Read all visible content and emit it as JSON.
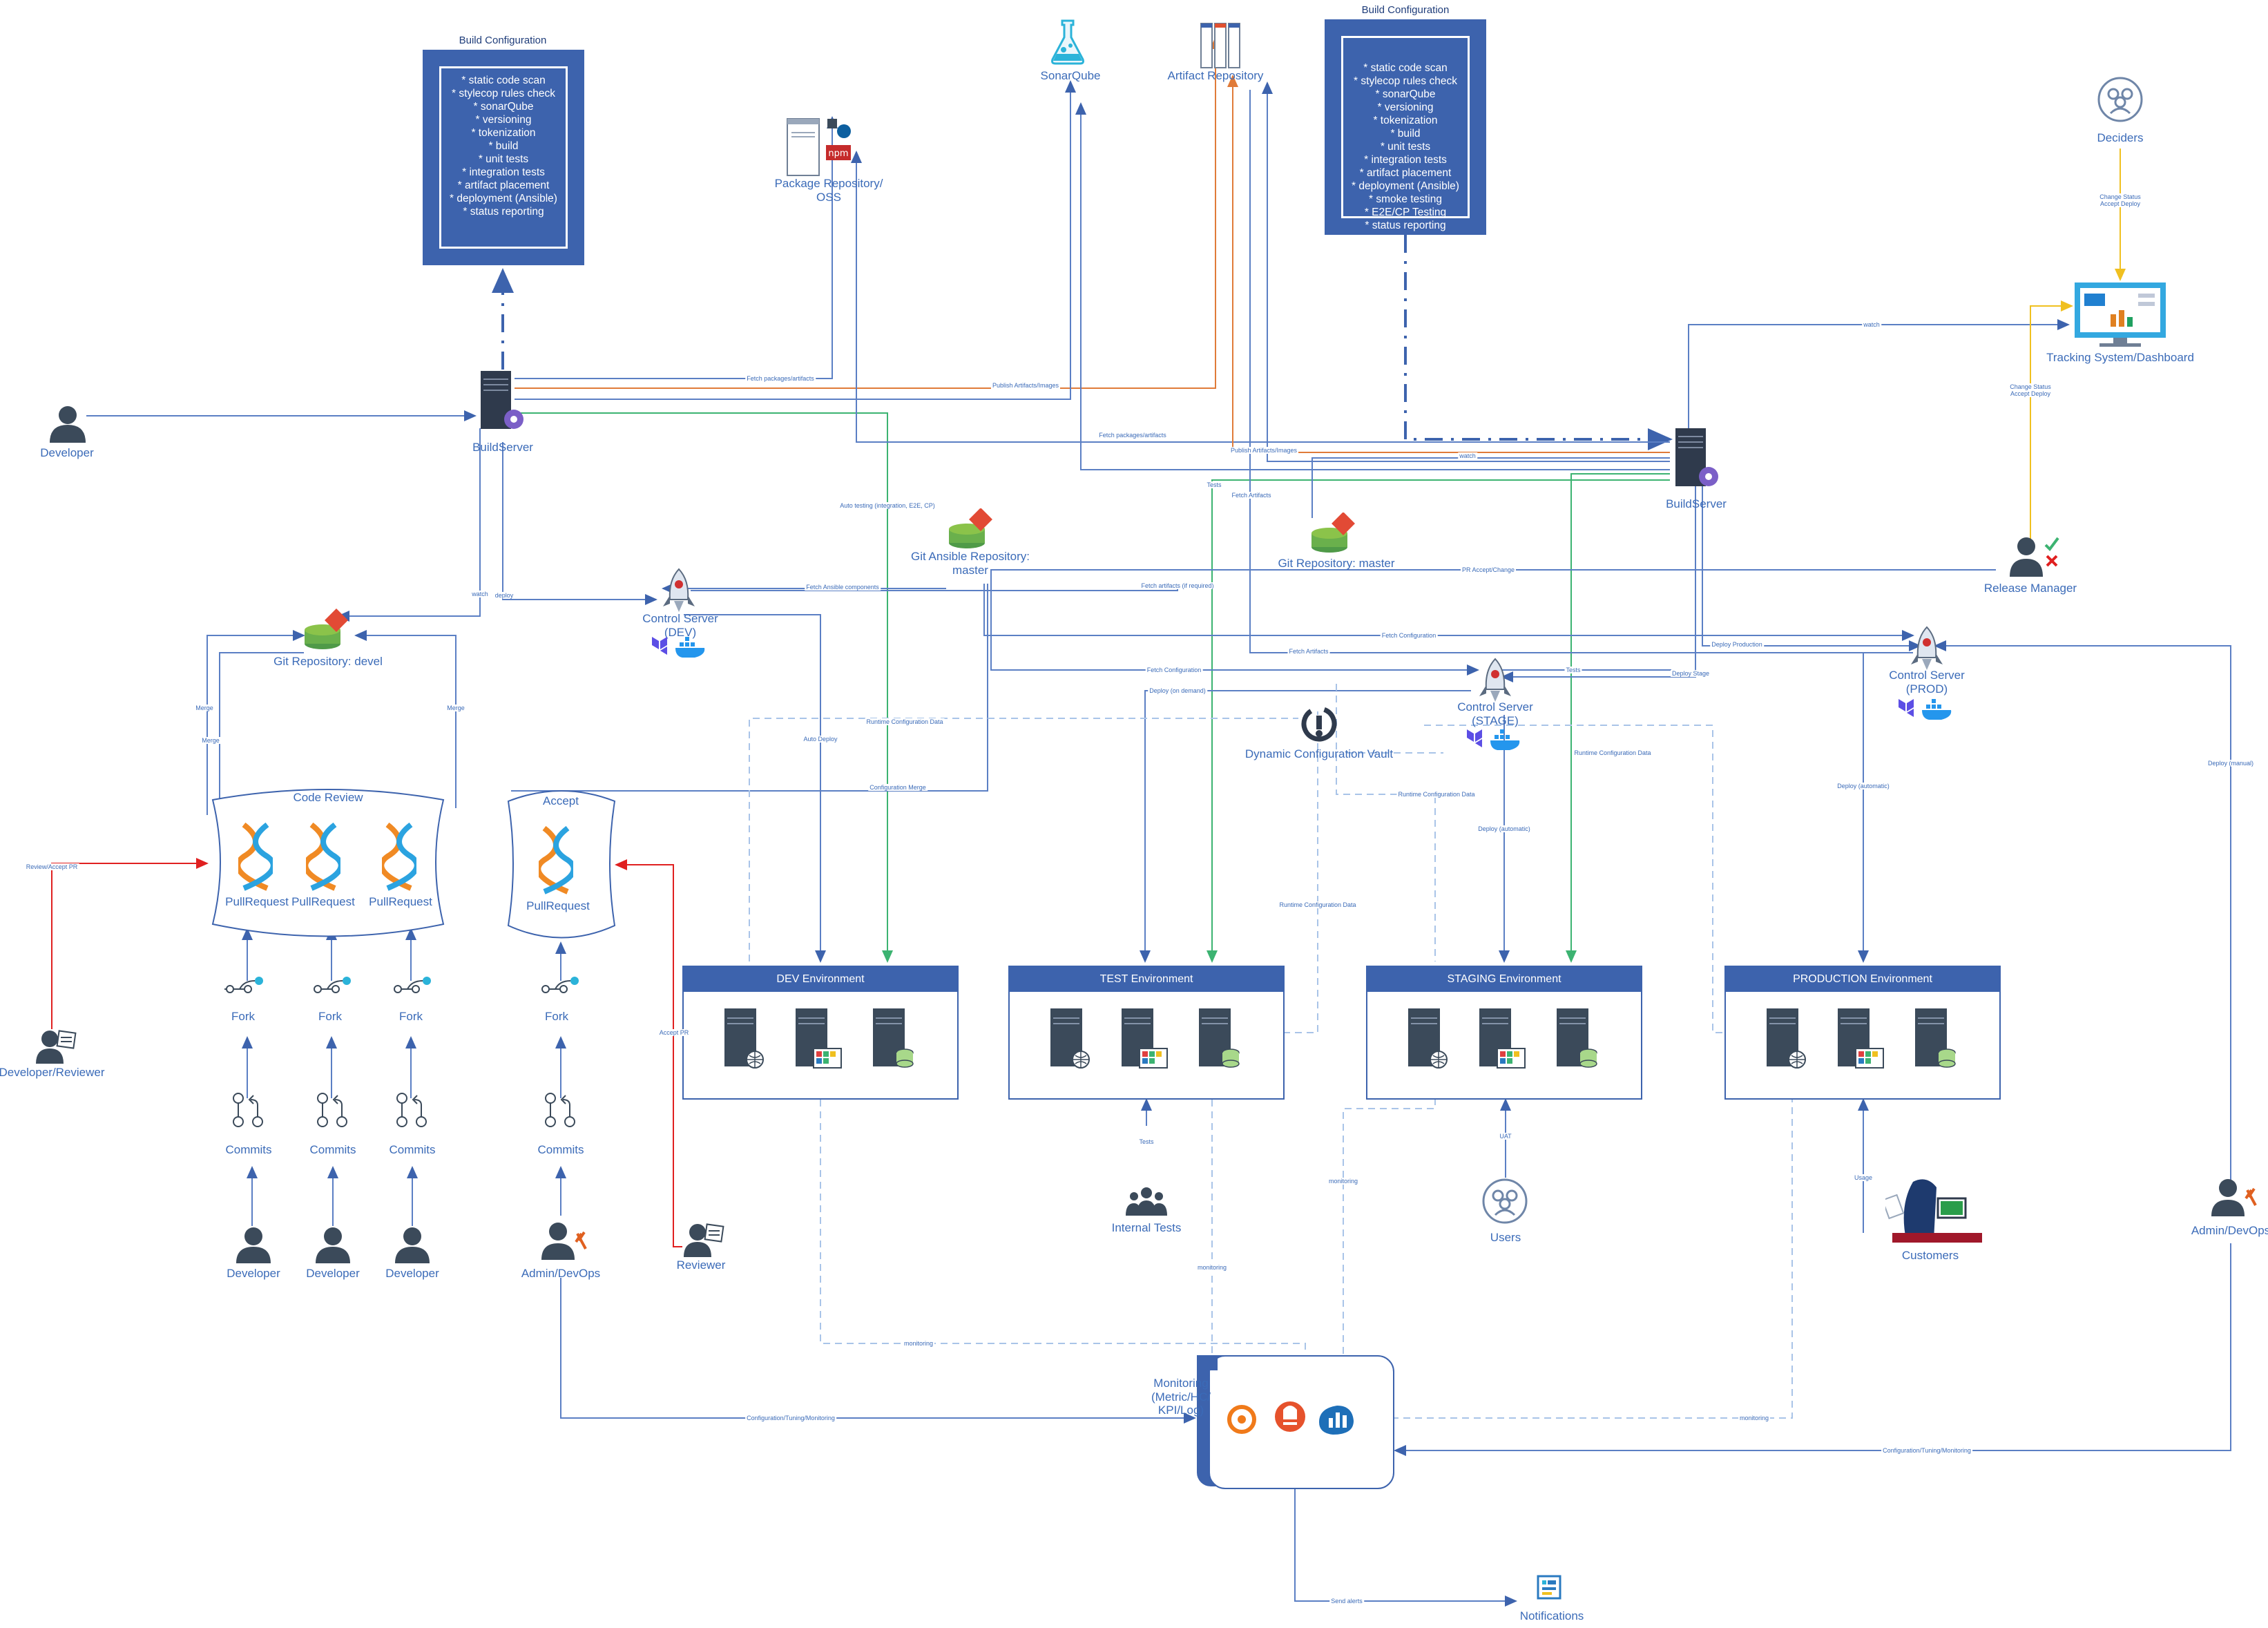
{
  "build_config_left": {
    "title": "Build Configuration",
    "items": [
      "* static code scan",
      "* stylecop rules check",
      "* sonarQube",
      "* versioning",
      "* tokenization",
      "* build",
      "* unit tests",
      "* integration tests",
      "* artifact placement",
      "* deployment (Ansible)",
      "* status reporting"
    ]
  },
  "build_config_right": {
    "title": "Build Configuration",
    "items": [
      "* static code scan",
      "* stylecop rules check",
      "* sonarQube",
      "* versioning",
      "* tokenization",
      "* build",
      "* unit tests",
      "* integration tests",
      "* artifact placement",
      "* deployment (Ansible)",
      "* smoke testing",
      "* E2E/CP Testing",
      "* status reporting"
    ]
  },
  "nodes": {
    "sonarqube": "SonarQube",
    "artifact_repository": "Artifact Repository",
    "package_repository": "Package Repository/\nOSS",
    "deciders": "Deciders",
    "tracking": "Tracking System/Dashboard",
    "developer_top": "Developer",
    "build_server_left": "BuildServer",
    "build_server_right": "BuildServer",
    "git_ansible": "Git Ansible Repository:\nmaster",
    "git_master": "Git Repository: master",
    "release_manager": "Release Manager",
    "git_devel": "Git Repository: devel",
    "control_dev": "Control Server\n(DEV)",
    "control_stage": "Control Server\n(STAGE)",
    "control_prod": "Control Server\n(PROD)",
    "vault": "Dynamic Configuration Vault",
    "code_review": "Code Review",
    "accept": "Accept",
    "pull_request": "PullRequest",
    "fork": "Fork",
    "commits": "Commits",
    "developer": "Developer",
    "developer_reviewer": "Developer/Reviewer",
    "admin_devops": "Admin/DevOps",
    "reviewer": "Reviewer",
    "internal_tests": "Internal Tests",
    "users": "Users",
    "customers": "Customers",
    "monitoring": "Monitoring\n(Metric/HC/\nKPI/Log)",
    "notifications": "Notifications"
  },
  "environments": {
    "dev": "DEV Environment",
    "test": "TEST Environment",
    "staging": "STAGING Environment",
    "production": "PRODUCTION Environment"
  },
  "edges": {
    "fetch_packages_1": "Fetch packages/artifacts",
    "publish_1": "Publish Artifacts/Images",
    "fetch_packages_2": "Fetch packages/artifacts",
    "publish_2": "Publish Artifacts/Images",
    "watch_top": "watch",
    "watch_mid": "watch",
    "watch_left": "watch",
    "deploy_left": "deploy",
    "tests_1": "Tests",
    "fetch_artifacts_1": "Fetch Artifacts",
    "auto_testing": "Auto testing (integration, E2E, CP)",
    "fetch_ansible": "Fetch Ansible components",
    "fetch_artifacts_if": "Fetch artifacts (if required)",
    "pr_accept": "PR Accept/Change",
    "fetch_config_1": "Fetch Configuration",
    "fetch_artifacts_2": "Fetch Artifacts",
    "deploy_production": "Deploy Production",
    "fetch_config_2": "Fetch Configuration",
    "tests_2": "Tests",
    "deploy_stage": "Deploy Stage",
    "deploy_on_demand": "Deploy (on demand)",
    "runtime_1": "Runtime Configuration Data",
    "runtime_2": "Runtime Configuration Data",
    "runtime_3": "Runtime Configuration Data",
    "runtime_4": "Runtime Configuration Data",
    "auto_deploy": "Auto Deploy",
    "config_merge": "Configuration Merge",
    "deploy_automatic_stage": "Deploy (automatic)",
    "deploy_automatic_prod": "Deploy (automatic)",
    "deploy_manual": "Deploy (manual)",
    "merge_1": "Merge",
    "merge_2": "Merge",
    "merge_3": "Merge",
    "review_accept": "Review/Accept PR",
    "accept_pr": "Accept PR",
    "change_status_1": "Change Status\nAccept Deploy",
    "change_status_2": "Change Status\nAccept Deploy",
    "tests_3": "Tests",
    "uat": "UAT",
    "usage": "Usage",
    "monitoring_1": "monitoring",
    "monitoring_2": "monitoring",
    "monitoring_3": "monitoring",
    "monitoring_4": "monitoring",
    "config_tuning_1": "Configuration/Tuning/Monitoring",
    "config_tuning_2": "Configuration/Tuning/Monitoring",
    "send_alerts": "Send alerts"
  },
  "colors": {
    "primary": "#3d63ad",
    "line": "#5b7fc4",
    "green": "#3cb371",
    "orange": "#e07b39",
    "red": "#e02020",
    "yellow": "#f0c020",
    "dashed": "#a9c4e8",
    "icon_dark": "#3b4a5a"
  }
}
